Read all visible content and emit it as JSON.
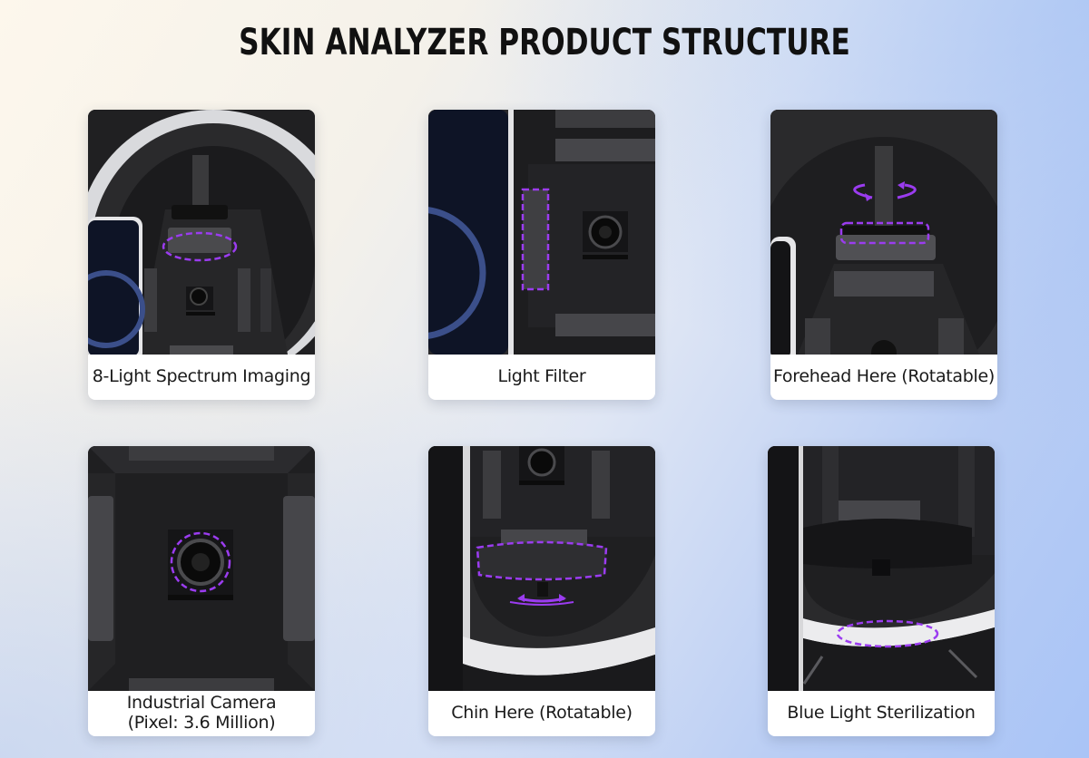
{
  "title": "SKIN ANALYZER PRODUCT STRUCTURE",
  "accent_color": "#9b3cf0",
  "cards": [
    {
      "caption": "8-Light Spectrum Imaging",
      "icon": "light-panel-highlight"
    },
    {
      "caption": "Light Filter",
      "icon": "filter-highlight"
    },
    {
      "caption": "Forehead Here (Rotatable)",
      "icon": "forehead-rest-rotate"
    },
    {
      "caption_line1": "Industrial Camera",
      "caption_line2": "(Pixel: 3.6 Million)",
      "icon": "camera-lens-highlight"
    },
    {
      "caption": "Chin Here (Rotatable)",
      "icon": "chin-rest-rotate"
    },
    {
      "caption": "Blue Light Sterilization",
      "icon": "sterilization-ring-highlight"
    }
  ]
}
